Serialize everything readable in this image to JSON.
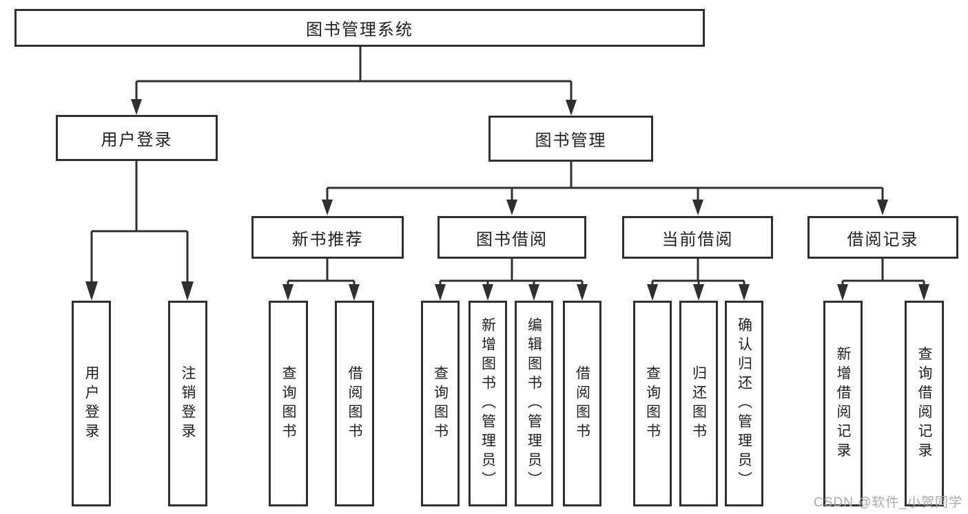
{
  "diagram": {
    "title": "图书管理系统",
    "colors": {
      "line": "#2f2f2f",
      "text": "#1f1f1f",
      "background": "#ffffff",
      "watermark": "#a9a9a9"
    },
    "nodes": {
      "root": {
        "label": "图书管理系统"
      },
      "level2": [
        {
          "label": "用户登录"
        },
        {
          "label": "图书管理"
        }
      ],
      "level3": [
        {
          "label": "新书推荐"
        },
        {
          "label": "图书借阅"
        },
        {
          "label": "当前借阅"
        },
        {
          "label": "借阅记录"
        }
      ],
      "level4": {
        "user_login": [
          {
            "label": "用户登录"
          },
          {
            "label": "注销登录"
          }
        ],
        "new_books": [
          {
            "label": "查询图书"
          },
          {
            "label": "借阅图书"
          }
        ],
        "book_borrow": [
          {
            "label": "查询图书"
          },
          {
            "label": "新增图书（管理员）"
          },
          {
            "label": "编辑图书（管理员）"
          },
          {
            "label": "借阅图书"
          }
        ],
        "current_borrow": [
          {
            "label": "查询图书"
          },
          {
            "label": "归还图书"
          },
          {
            "label": "确认归还（管理员）"
          }
        ],
        "borrow_records": [
          {
            "label": "新增借阅记录"
          },
          {
            "label": "查询借阅记录"
          }
        ]
      }
    },
    "watermark": "CSDN @软件_小贺同学"
  }
}
